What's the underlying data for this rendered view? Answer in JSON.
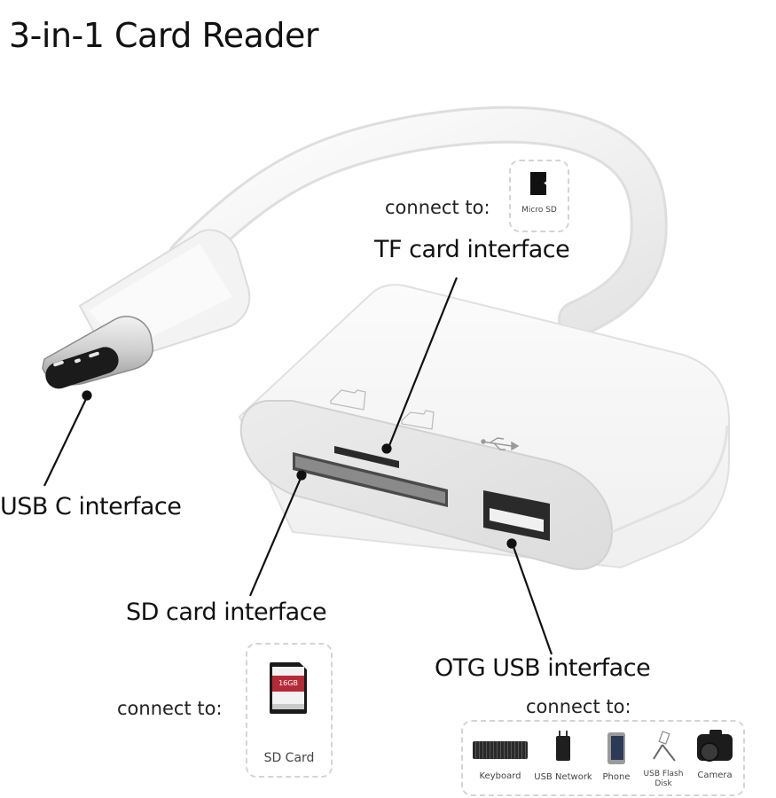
{
  "title": "3-in-1 Card Reader",
  "callouts": {
    "tf": {
      "label": "TF card interface",
      "connect_label": "connect to:",
      "card_name": "Micro SD"
    },
    "usb_c": {
      "label": "USB C interface"
    },
    "sd": {
      "label": "SD card interface",
      "connect_label": "connect to:",
      "card_name": "SD Card",
      "card_capacity": "16GB"
    },
    "otg": {
      "label": "OTG USB interface",
      "connect_label": "connect to:",
      "devices": [
        {
          "name": "Keyboard",
          "icon": "keyboard-icon"
        },
        {
          "name": "USB Network",
          "icon": "usb-network-adapter-icon"
        },
        {
          "name": "Phone",
          "icon": "phone-icon"
        },
        {
          "name": "USB Flash Disk",
          "icon": "usb-flash-disk-icon"
        },
        {
          "name": "Camera",
          "icon": "camera-icon"
        }
      ]
    }
  },
  "colors": {
    "device_body": "#f7f7f7",
    "device_face": "#e6e6e6",
    "line": "#111111",
    "dash_border": "#d4d4d4",
    "sd_red": "#b52a36"
  }
}
